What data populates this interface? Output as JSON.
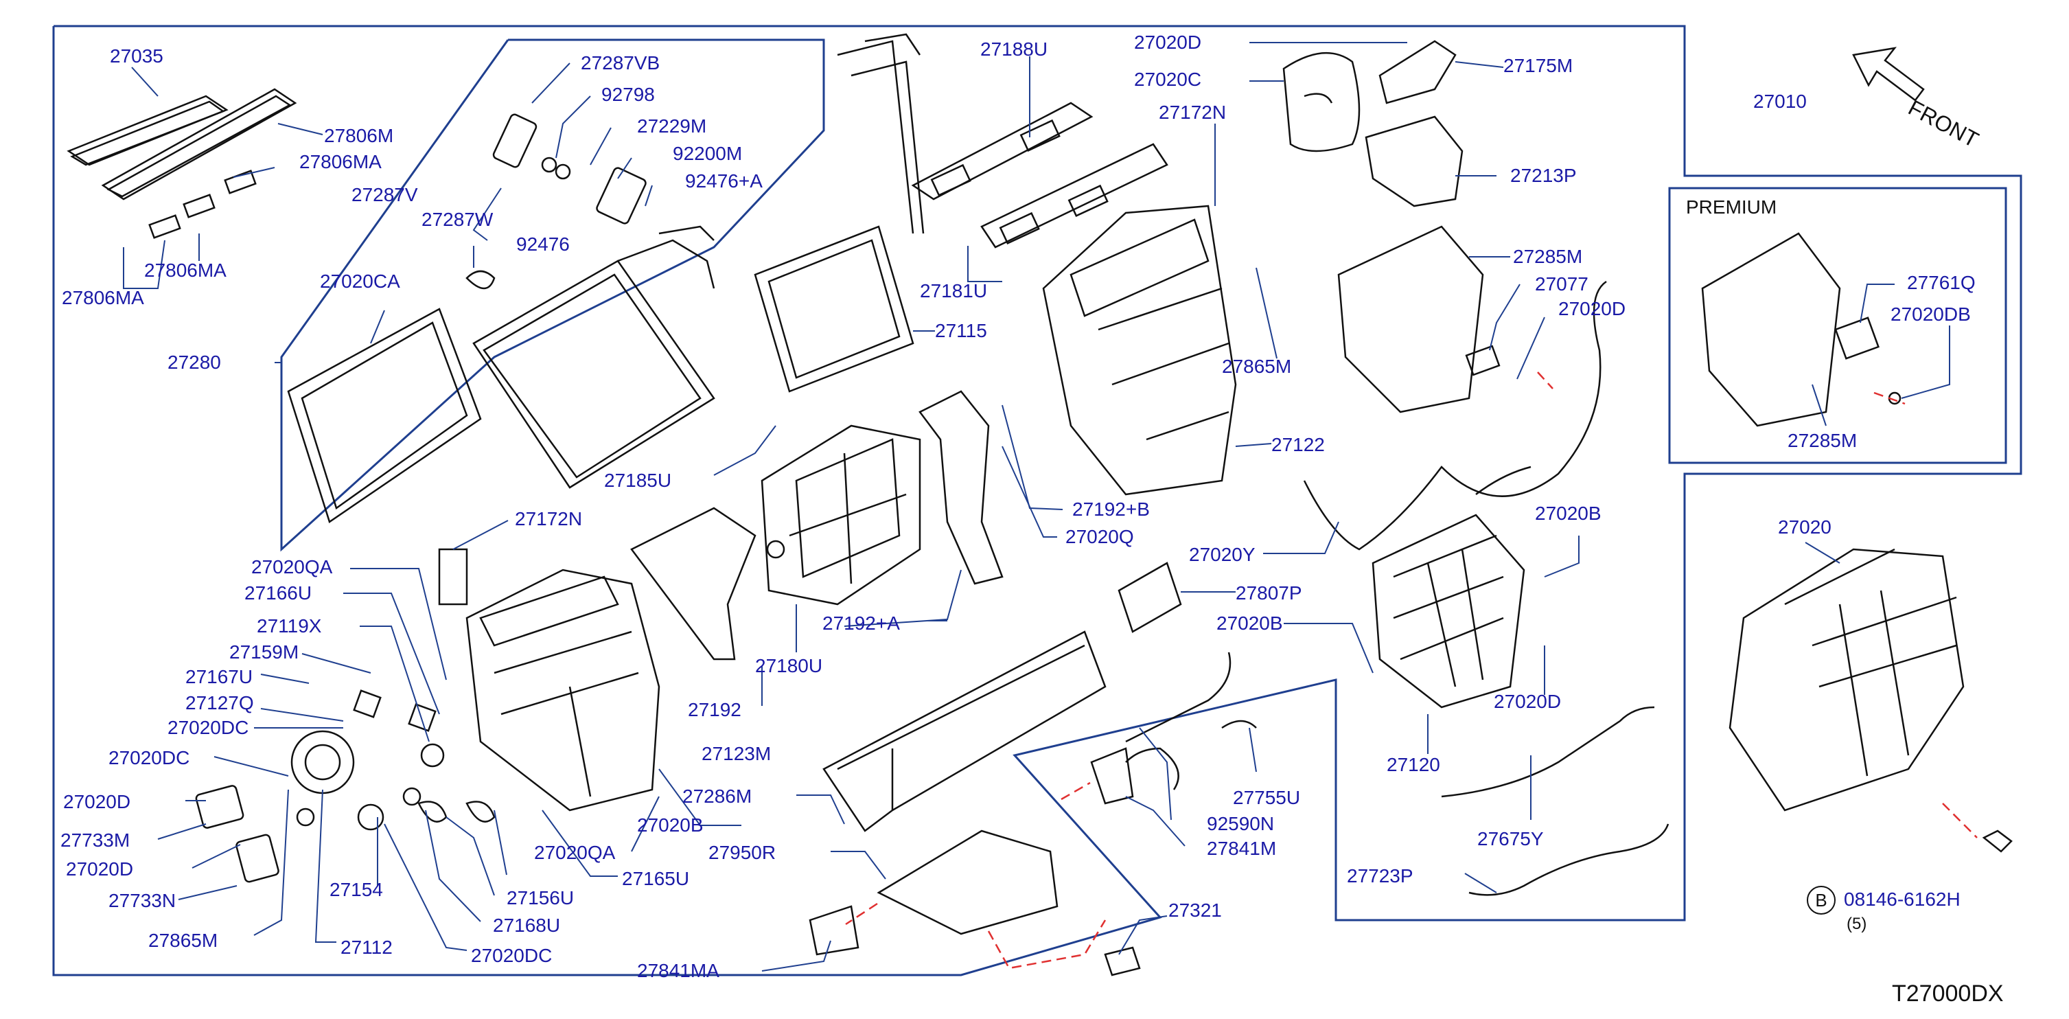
{
  "labels": {
    "p27035": "27035",
    "p27806M": "27806M",
    "p27806MA_1": "27806MA",
    "p27806MA_2": "27806MA",
    "p27806MA_3": "27806MA",
    "p27287VB": "27287VB",
    "p92798": "92798",
    "p27229M": "27229M",
    "p92200M": "92200M",
    "p92476A": "92476+A",
    "p92476": "92476",
    "p27287V": "27287V",
    "p27287W": "27287W",
    "p27020CA": "27020CA",
    "p27280": "27280",
    "p27188U": "27188U",
    "p27020D_top": "27020D",
    "p27020C": "27020C",
    "p27175M": "27175M",
    "p27010": "27010",
    "p27172N_top": "27172N",
    "p27213P": "27213P",
    "p27181U": "27181U",
    "p27115": "27115",
    "p27285M_main": "27285M",
    "p27077": "27077",
    "p27020D_right": "27020D",
    "p27865M_top": "27865M",
    "p27122": "27122",
    "p27185U": "27185U",
    "p27192B": "27192+B",
    "p27020Q": "27020Q",
    "p27172N_mid": "27172N",
    "p27020QA_top": "27020QA",
    "p27166U": "27166U",
    "p27119X": "27119X",
    "p27159M": "27159M",
    "p27167U": "27167U",
    "p27127Q": "27127Q",
    "p27020DC_1": "27020DC",
    "p27020DC_2": "27020DC",
    "p27020D_l1": "27020D",
    "p27733M": "27733M",
    "p27020D_l2": "27020D",
    "p27733N": "27733N",
    "p27865M_bot": "27865M",
    "p27112": "27112",
    "p27154": "27154",
    "p27020DC_3": "27020DC",
    "p27168U": "27168U",
    "p27156U": "27156U",
    "p27165U": "27165U",
    "p27020QA_bot": "27020QA",
    "p27020B_mid": "27020B",
    "p27123M": "27123M",
    "p27192": "27192",
    "p27180U": "27180U",
    "p27192A": "27192+A",
    "p27020Y": "27020Y",
    "p27807P": "27807P",
    "p27020B_r1": "27020B",
    "p27020B_r2": "27020B",
    "p27020D_r2": "27020D",
    "p27120": "27120",
    "p27286M": "27286M",
    "p27950R": "27950R",
    "p27755U": "27755U",
    "p92590N": "92590N",
    "p27841M": "27841M",
    "p27675Y": "27675Y",
    "p27723P": "27723P",
    "p27321": "27321",
    "p27841MA": "27841MA",
    "p27761Q": "27761Q",
    "p27020DB": "27020DB",
    "p27285M_prem": "27285M",
    "p27020": "27020",
    "p08146": "08146-6162H"
  },
  "premium_title": "PREMIUM",
  "front_label": "FRONT",
  "bolt_symbol": "B",
  "bolt_qty": "(5)",
  "diagram_code": "T27000DX",
  "colors": {
    "leader": "#1f3f8f",
    "label": "#1a1aa6",
    "part_outline": "#111111",
    "red_dash": "#e03030"
  }
}
